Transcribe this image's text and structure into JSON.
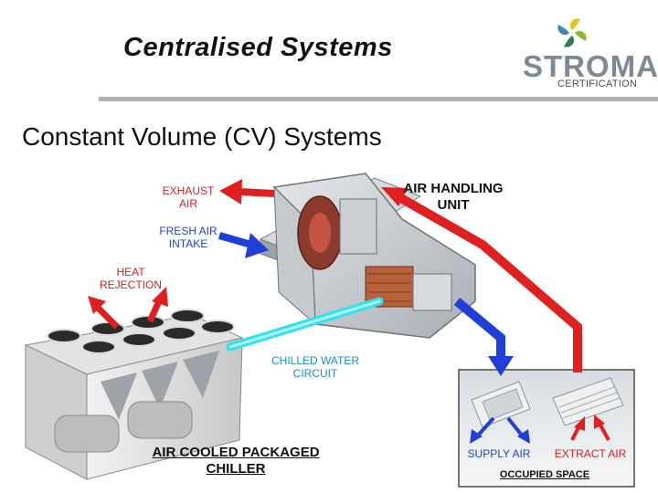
{
  "header": {
    "title": "Centralised Systems",
    "subtitle": "Constant Volume (CV) Systems"
  },
  "logo": {
    "name": "STROMA",
    "tagline": "CERTIFICATION",
    "icon": "pinwheel-logo-icon",
    "colors": [
      "#e8c21c",
      "#8fb832",
      "#2f7e57",
      "#3f87b5"
    ]
  },
  "labels": {
    "exhaust_air": "EXHAUST AIR",
    "air_handling_unit": "AIR HANDLING UNIT",
    "fresh_air_intake": "FRESH AIR INTAKE",
    "heat_rejection": "HEAT REJECTION",
    "chilled_water_circuit": "CHILLED WATER CIRCUIT",
    "air_cooled_packaged_chiller": "AIR COOLED PACKAGED CHILLER",
    "supply_air": "SUPPLY AIR",
    "extract_air": "EXTRACT AIR",
    "occupied_space": "OCCUPIED SPACE"
  },
  "colors": {
    "exhaust_flow": "#e02020",
    "supply_flow": "#1f3fd8",
    "chilled_water": "#33e0f0"
  }
}
